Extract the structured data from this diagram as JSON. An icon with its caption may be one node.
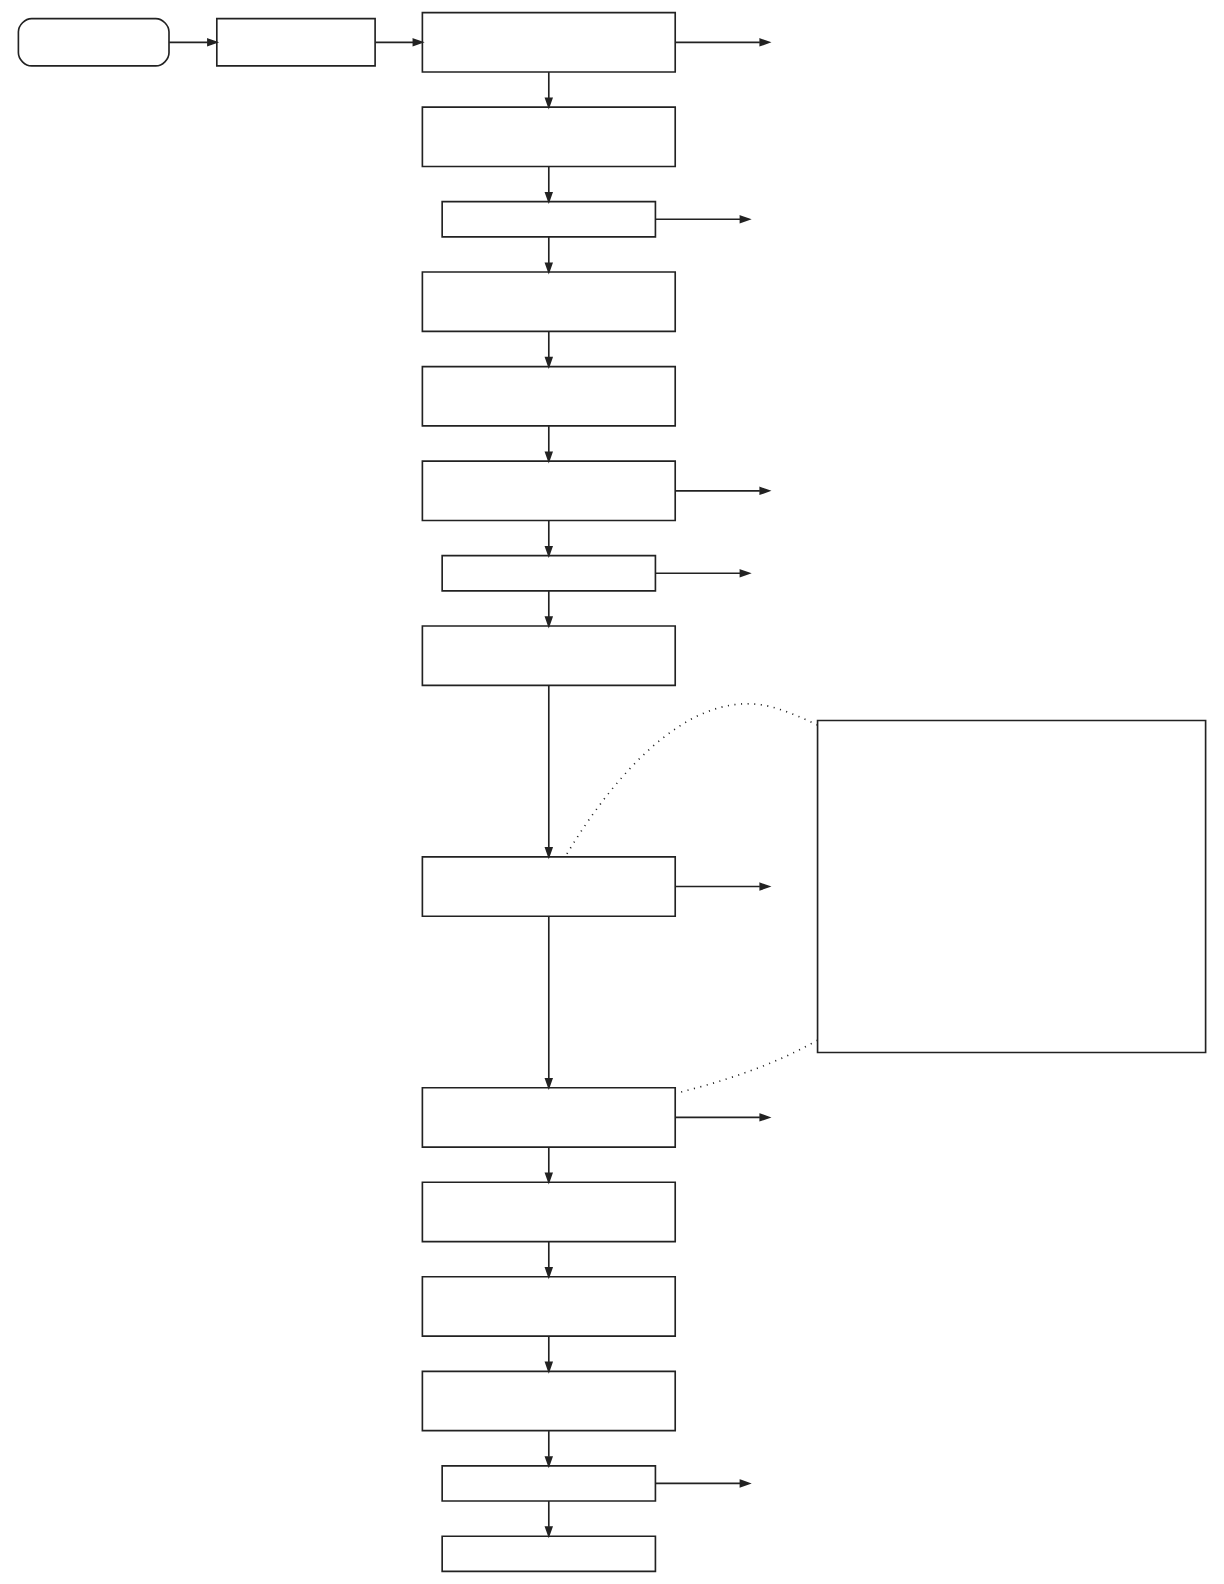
{
  "diagram": {
    "nodes": [
      {
        "text": [],
        "shape": "box"
      },
      {
        "text": [],
        "shape": "box"
      },
      {
        "text": [],
        "shape": "box"
      },
      {
        "text": [],
        "shape": "box"
      },
      {
        "text": [],
        "shape": "box"
      },
      {
        "text": [],
        "shape": "box"
      },
      {
        "text": [],
        "shape": "box"
      },
      {
        "text": [],
        "shape": "box"
      },
      {
        "text": [],
        "shape": "box"
      },
      {
        "text": [],
        "shape": "box"
      },
      {
        "text": [],
        "shape": "box"
      },
      {
        "text": [],
        "shape": "box"
      },
      {
        "text": [],
        "shape": "box"
      },
      {
        "text": [],
        "shape": "box"
      },
      {
        "text": [],
        "shape": "box"
      },
      {
        "text": [],
        "shape": "box"
      },
      {
        "text": [],
        "shape": "box"
      },
      {
        "text": [],
        "shape": "box"
      }
    ],
    "edges": [
      {
        "from": 0,
        "to": 1,
        "arrow": "to"
      },
      {
        "from": 1,
        "to": 2,
        "arrow": "to"
      },
      {
        "from": 2,
        "to": null,
        "arrow": "to"
      },
      {
        "from": 2,
        "to": 3,
        "arrow": "to"
      },
      {
        "from": 3,
        "to": 4,
        "arrow": "to"
      },
      {
        "from": 4,
        "to": null,
        "arrow": "to"
      },
      {
        "from": 4,
        "to": 5,
        "arrow": "to"
      },
      {
        "from": 5,
        "to": 6,
        "arrow": "to"
      },
      {
        "from": 6,
        "to": 7,
        "arrow": "to"
      },
      {
        "from": 7,
        "to": null,
        "arrow": "to"
      },
      {
        "from": 7,
        "to": 8,
        "arrow": "to"
      },
      {
        "from": 8,
        "to": null,
        "arrow": "to"
      },
      {
        "from": 8,
        "to": 9,
        "arrow": "to"
      },
      {
        "from": 9,
        "to": 10,
        "arrow": "to"
      },
      {
        "from": 10,
        "to": null,
        "arrow": "to"
      },
      {
        "from": 10,
        "to": 11,
        "arrow": "to"
      },
      {
        "from": 11,
        "to": null,
        "arrow": "to"
      },
      {
        "from": 11,
        "to": 12,
        "arrow": "to"
      },
      {
        "from": 12,
        "to": 13,
        "arrow": "to"
      },
      {
        "from": 13,
        "to": 14,
        "arrow": "to"
      },
      {
        "from": 14,
        "to": 15,
        "arrow": "to"
      },
      {
        "from": 15,
        "to": null,
        "arrow": "to"
      },
      {
        "from": 15,
        "to": 16,
        "arrow": "to"
      },
      {
        "from": 17,
        "to": 10,
        "arrow": "none",
        "style": "dashed"
      },
      {
        "from": 17,
        "to": 11,
        "arrow": "none",
        "style": "dashed"
      }
    ]
  }
}
